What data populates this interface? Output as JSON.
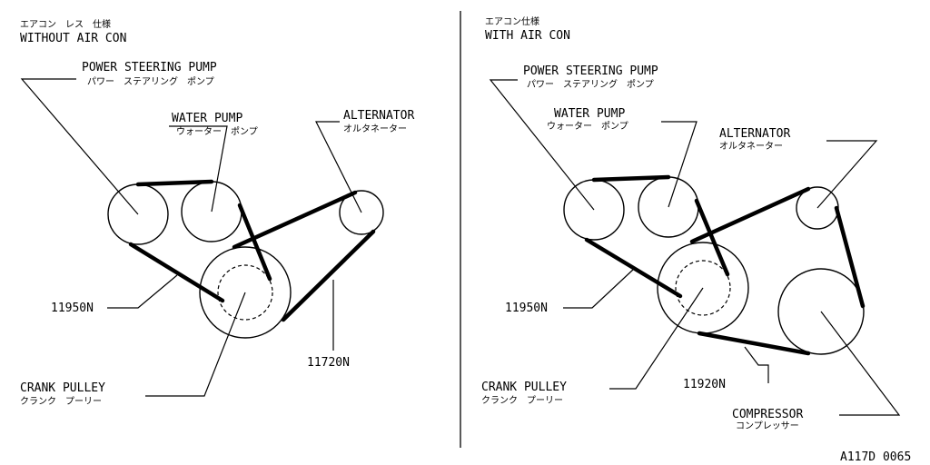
{
  "left_panel": {
    "header_jp": "エアコン　レス　仕様",
    "header_en": "WITHOUT AIR CON",
    "power_steering_pump": {
      "en": "POWER STEERING PUMP",
      "jp": "パワー　ステアリング　ポンプ"
    },
    "water_pump": {
      "en": "WATER PUMP",
      "jp": "ウォーター　ポンプ"
    },
    "alternator": {
      "en": "ALTERNATOR",
      "jp": "オルタネーター"
    },
    "belt_ps": "11950N",
    "belt_alt": "11720N",
    "crank_pulley": {
      "en": "CRANK PULLEY",
      "jp": "クランク　プーリー"
    }
  },
  "right_panel": {
    "header_jp": "エアコン仕様",
    "header_en": "WITH AIR CON",
    "power_steering_pump": {
      "en": "POWER STEERING PUMP",
      "jp": "パワー　ステアリング　ポンプ"
    },
    "water_pump": {
      "en": "WATER PUMP",
      "jp": "ウォーター　ポンプ"
    },
    "alternator": {
      "en": "ALTERNATOR",
      "jp": "オルタネーター"
    },
    "belt_ps": "11950N",
    "belt_comp": "11920N",
    "crank_pulley": {
      "en": "CRANK PULLEY",
      "jp": "クランク　プーリー"
    },
    "compressor": {
      "en": "COMPRESSOR",
      "jp": "コンプレッサー"
    }
  },
  "figure_code": "A117D 0065"
}
